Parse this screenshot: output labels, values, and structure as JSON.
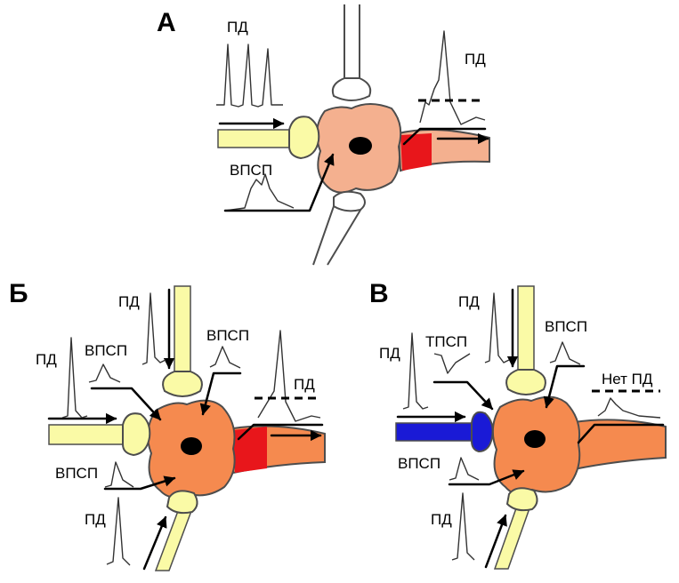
{
  "panels": [
    {
      "letter": "А",
      "labels": {
        "pd_top": "ПД",
        "pd_right": "ПД",
        "epsp": "ВПСП"
      }
    },
    {
      "letter": "Б",
      "labels": {
        "pd_top": "ПД",
        "pd_left": "ПД",
        "epsp_left": "ВПСП",
        "epsp_top": "ВПСП",
        "pd_right": "ПД",
        "epsp_bottom": "ВПСП",
        "pd_bottom": "ПД"
      }
    },
    {
      "letter": "В",
      "labels": {
        "pd_top": "ПД",
        "pd_left": "ПД",
        "ipsp": "ТПСП",
        "epsp_top": "ВПСП",
        "no_pd": "Нет ПД",
        "epsp_bottom": "ВПСП",
        "pd_bottom": "ПД"
      }
    }
  ],
  "colors": {
    "soma_a": "#f4b08f",
    "soma_bc": "#f58a4f",
    "axon_hillock": "#e8161b",
    "excitatory_terminal": "#fafaa6",
    "inhibitory_terminal": "#1a1ad6",
    "outline": "#4d4d4d",
    "nucleus": "#000000"
  }
}
